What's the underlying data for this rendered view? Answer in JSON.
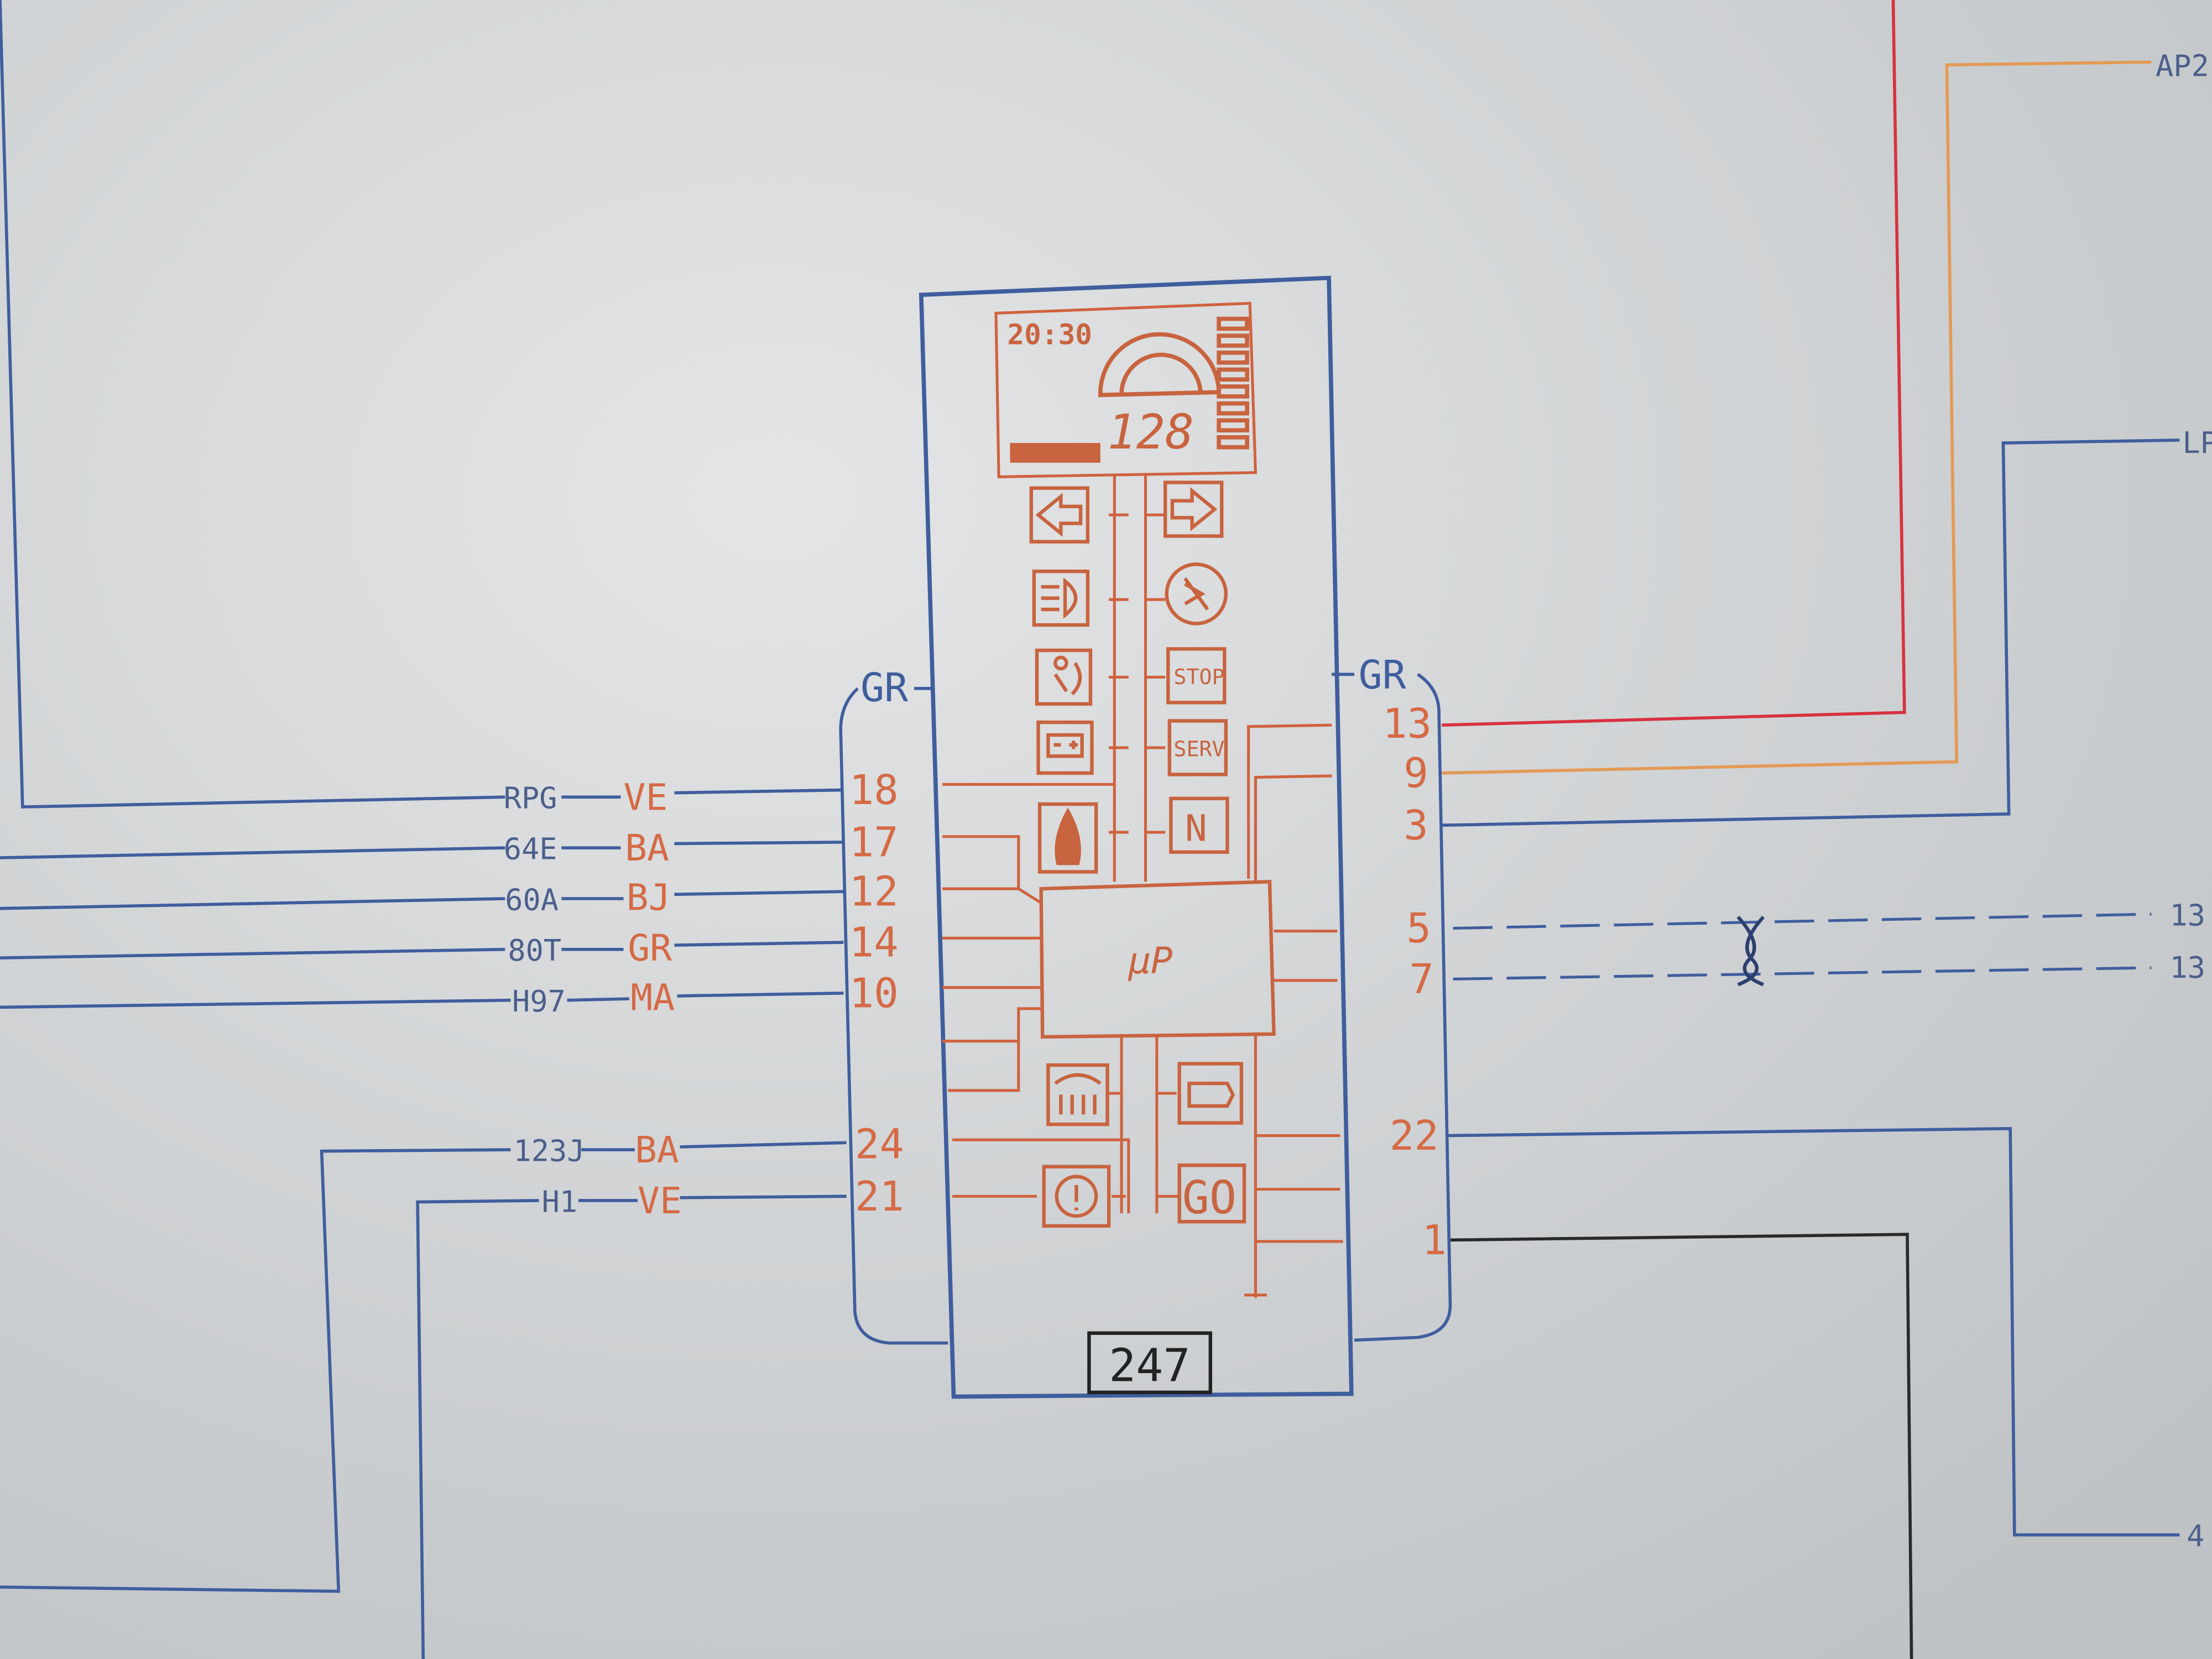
{
  "component": {
    "id": "247",
    "display_time": "20:30",
    "display_speed": "128",
    "chip_label": "µP",
    "indicators": [
      "left-turn",
      "right-turn",
      "headlight",
      "fog-light",
      "airbag",
      "STOP",
      "battery",
      "SERV",
      "oil",
      "N",
      "rear-defrost",
      "engine",
      "warning",
      "GO"
    ],
    "stop_label": "STOP",
    "serv_label": "SERV",
    "n_label": "N",
    "go_label": "GO"
  },
  "left_connector": {
    "color": "GR",
    "wires": [
      {
        "code": "RPG",
        "color": "VE",
        "pin": "18"
      },
      {
        "code": "64E",
        "color": "BA",
        "pin": "17"
      },
      {
        "code": "60A",
        "color": "BJ",
        "pin": "12"
      },
      {
        "code": "80T",
        "color": "GR",
        "pin": "14"
      },
      {
        "code": "H97",
        "color": "MA",
        "pin": "10"
      },
      {
        "code": "123J",
        "color": "BA",
        "pin": "24"
      },
      {
        "code": "H1",
        "color": "VE",
        "pin": "21"
      }
    ]
  },
  "right_connector": {
    "color": "GR",
    "pins": [
      "13",
      "9",
      "3",
      "5",
      "7",
      "22",
      "1"
    ],
    "destinations": [
      "AP2",
      "LP",
      "13",
      "13",
      "4"
    ]
  },
  "colors": {
    "wire_blue": "#3f5e9e",
    "symbol_orange": "#d0623e",
    "wire_red": "#d8323f",
    "wire_amber": "#e39a55",
    "wire_black": "#2a2a2a",
    "paper": "#d9dadb"
  }
}
